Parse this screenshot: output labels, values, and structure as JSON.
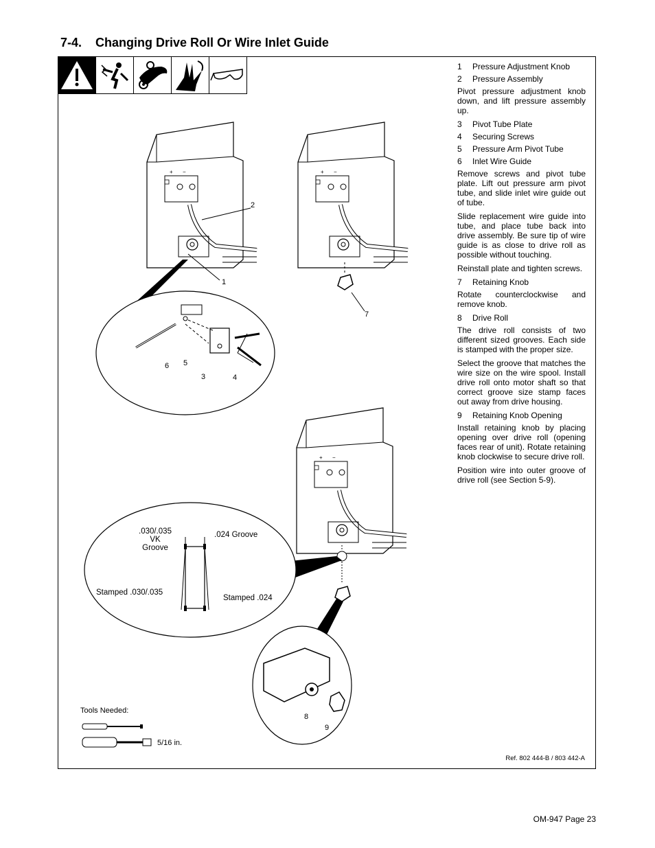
{
  "heading": {
    "number": "7-4.",
    "title": "Changing Drive Roll Or Wire Inlet Guide"
  },
  "safety_icons": [
    "warning-triangle-icon",
    "electric-shock-icon",
    "moving-parts-icon",
    "hand-injury-icon",
    "safety-glasses-icon"
  ],
  "instructions": [
    {
      "type": "item",
      "num": "1",
      "text": "Pressure Adjustment Knob"
    },
    {
      "type": "item",
      "num": "2",
      "text": "Pressure Assembly"
    },
    {
      "type": "para",
      "text": "Pivot pressure adjustment knob down, and lift pressure assembly up."
    },
    {
      "type": "item",
      "num": "3",
      "text": "Pivot Tube Plate"
    },
    {
      "type": "item",
      "num": "4",
      "text": "Securing Screws"
    },
    {
      "type": "item",
      "num": "5",
      "text": "Pressure Arm Pivot Tube"
    },
    {
      "type": "item",
      "num": "6",
      "text": "Inlet Wire Guide"
    },
    {
      "type": "para",
      "text": "Remove screws and pivot tube plate. Lift out pressure arm pivot tube, and slide inlet wire guide out of tube."
    },
    {
      "type": "para",
      "text": "Slide replacement wire guide into tube, and place tube back into drive assembly. Be sure tip of wire guide is as close to drive roll as possible without touching."
    },
    {
      "type": "para",
      "text": "Reinstall plate and tighten screws."
    },
    {
      "type": "item",
      "num": "7",
      "text": "Retaining Knob"
    },
    {
      "type": "para",
      "text": "Rotate counterclockwise and remove knob."
    },
    {
      "type": "item",
      "num": "8",
      "text": "Drive Roll"
    },
    {
      "type": "para",
      "text": "The drive roll consists of two different sized grooves. Each side is stamped with the proper size."
    },
    {
      "type": "para",
      "text": "Select the groove that matches the wire size on the wire spool. Install drive roll onto motor shaft so that correct groove size stamp faces out away from drive housing."
    },
    {
      "type": "item",
      "num": "9",
      "text": "Retaining Knob Opening"
    },
    {
      "type": "para",
      "text": "Install retaining knob by placing opening over drive roll (opening faces rear of unit). Rotate retaining knob clockwise to secure drive roll."
    },
    {
      "type": "para",
      "text": "Position wire into outer groove of drive roll (see Section 5-9)."
    }
  ],
  "callouts": {
    "c1": "1",
    "c2": "2",
    "c3": "3",
    "c4": "4",
    "c5": "5",
    "c6": "6",
    "c7": "7",
    "c8": "8",
    "c9": "9"
  },
  "drive_roll_labels": {
    "groove_left_line1": ".030/.035",
    "groove_left_line2": "VK",
    "groove_left_line3": "Groove",
    "groove_right": ".024 Groove",
    "stamped_left": "Stamped .030/.035",
    "stamped_right": "Stamped .024"
  },
  "tools": {
    "label": "Tools Needed:",
    "wrench_size": "5/16 in."
  },
  "panel_marks": {
    "plus": "+",
    "minus": "−"
  },
  "reference": "Ref. 802 444-B / 803 442-A",
  "footer": "OM-947 Page 23"
}
